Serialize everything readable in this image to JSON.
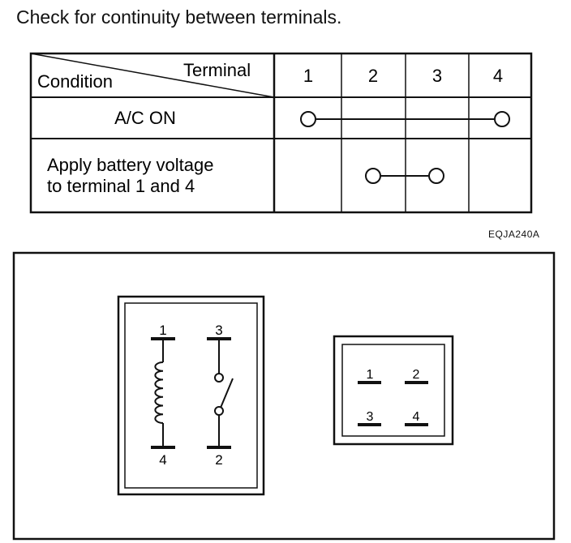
{
  "heading": "Check for continuity between terminals.",
  "table": {
    "corner_top": "Terminal",
    "corner_bottom": "Condition",
    "terminals": [
      "1",
      "2",
      "3",
      "4"
    ],
    "rows": [
      {
        "condition_lines": [
          "A/C ON"
        ],
        "connection": [
          "1",
          "4"
        ]
      },
      {
        "condition_lines": [
          "Apply battery voltage",
          "to terminal 1 and 4"
        ],
        "connection": [
          "2",
          "3"
        ]
      }
    ]
  },
  "figure_code": "EQJA240A",
  "relay_schematic": {
    "pins": {
      "top_left": "1",
      "top_right": "3",
      "bottom_left": "4",
      "bottom_right": "2"
    }
  },
  "connector": {
    "pins": {
      "top_left": "1",
      "top_right": "2",
      "bottom_left": "3",
      "bottom_right": "4"
    }
  }
}
